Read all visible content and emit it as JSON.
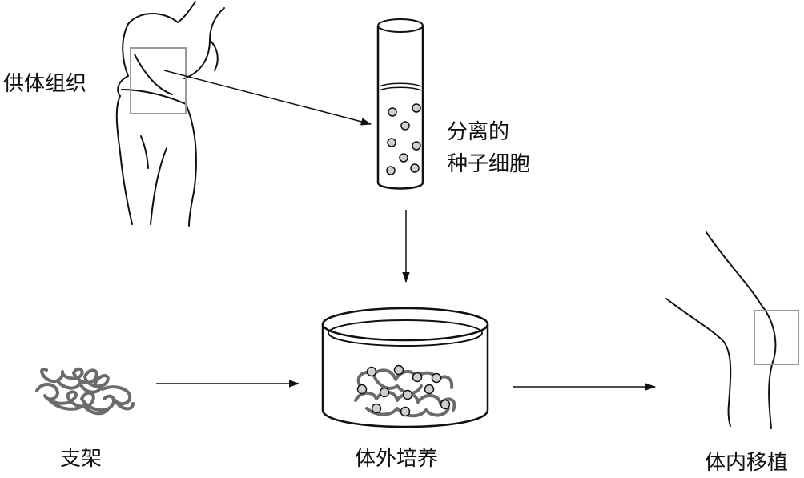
{
  "labels": {
    "donor_tissue": "供体组织",
    "seed_cells_line1": "分离的",
    "seed_cells_line2": "种子细胞",
    "scaffold": "支架",
    "in_vitro_culture": "体外培养",
    "in_vivo_transplant": "体内移植"
  },
  "colors": {
    "line": "#111111",
    "cell_fill": "#cfcfcf",
    "scaffold": "#6b6b6b",
    "highlight_box": "#9a9a9a"
  }
}
